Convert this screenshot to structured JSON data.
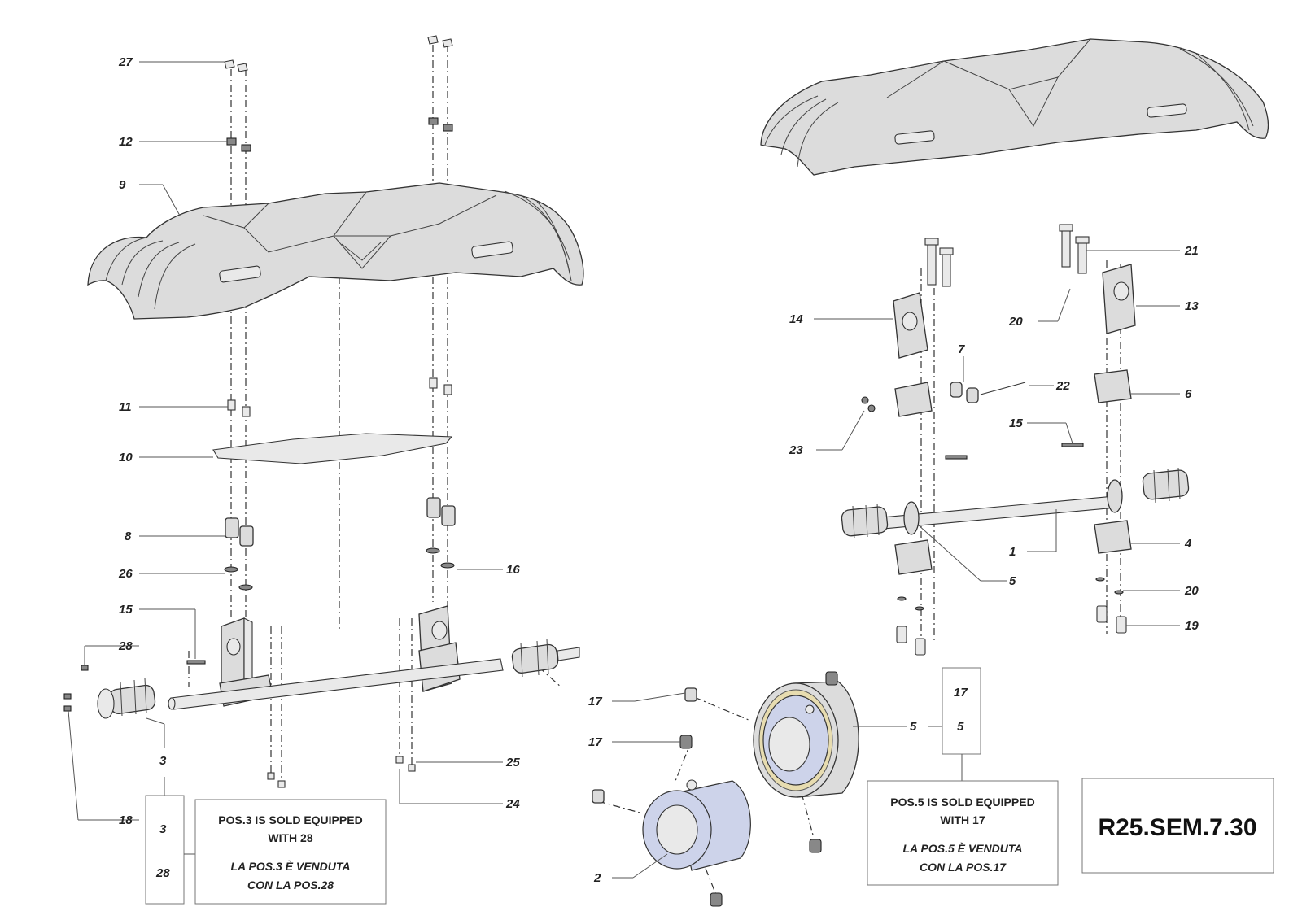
{
  "drawing_code": "R25.SEM.7.30",
  "callouts_left": {
    "p27": "27",
    "p12": "12",
    "p9": "9",
    "p11": "11",
    "p10": "10",
    "p8": "8",
    "p26": "26",
    "p16": "16",
    "p15": "15",
    "p28": "28",
    "p3": "3",
    "p18": "18",
    "p25": "25",
    "p24": "24"
  },
  "callouts_right": {
    "p21": "21",
    "p20a": "20",
    "p13": "13",
    "p14": "14",
    "p7": "7",
    "p22": "22",
    "p6": "6",
    "p23": "23",
    "p15": "15",
    "p1": "1",
    "p4": "4",
    "p5": "5",
    "p20b": "20",
    "p19": "19"
  },
  "callouts_detail": {
    "p17a": "17",
    "p17b": "17",
    "p2": "2",
    "p5": "5"
  },
  "kit_box_left": {
    "items": [
      "3",
      "28"
    ],
    "note_en_line1": "POS.3 IS SOLD EQUIPPED",
    "note_en_line2": "WITH 28",
    "note_it_line1": "LA POS.3 È VENDUTA",
    "note_it_line2": "CON LA POS.28"
  },
  "kit_box_right": {
    "items": [
      "17",
      "5"
    ],
    "note_en_line1": "POS.5 IS SOLD EQUIPPED",
    "note_en_line2": "WITH 17",
    "note_it_line1": "LA POS.5 È VENDUTA",
    "note_it_line2": "CON LA POS.17"
  },
  "colors": {
    "part_fill": "#dcdcdc",
    "bearing_blue": "#cdd3ea",
    "bearing_ring": "#e7dcb0"
  }
}
